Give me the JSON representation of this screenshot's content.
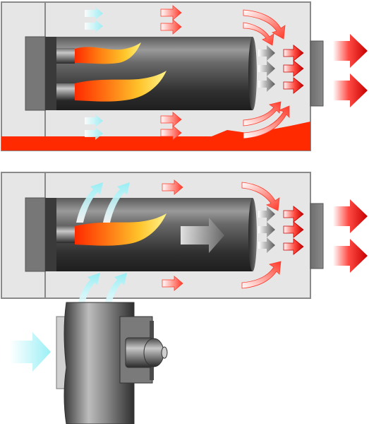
{
  "diagram": {
    "panels": [
      {
        "id": "top",
        "burner_type": "oil-fired heater",
        "flames": 2,
        "has_fuel_spill": true
      },
      {
        "id": "bottom",
        "burner_type": "forced-air heater with blower",
        "flames": 1,
        "has_fan": true
      }
    ],
    "icons": {
      "cold_air": "cold-air-arrow-icon",
      "warm_air": "warm-air-arrow-icon",
      "hot_output": "hot-air-output-arrow-icon",
      "exhaust": "exhaust-arrow-icon",
      "flame": "flame-icon",
      "fan": "fan-icon"
    },
    "colors": {
      "housing": "#e6e6e6",
      "housing_stroke": "#8a8a8a",
      "cold_air": "#9ff0f5",
      "warm_air": "#ff4a3a",
      "hot_output": "#c40000",
      "fuel_spill": "#ff2a00",
      "flame_core": "#ff3b00",
      "flame_tip": "#ffe24a"
    }
  }
}
